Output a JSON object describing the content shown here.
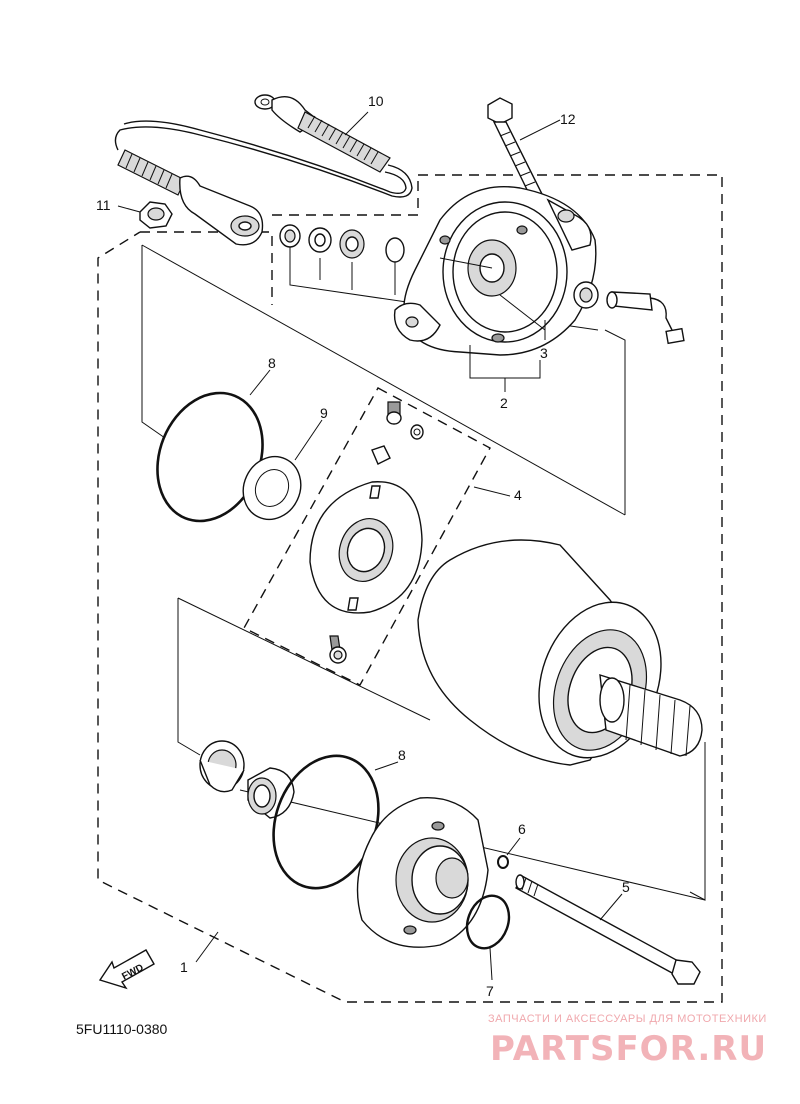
{
  "diagram": {
    "code": "5FU1110-0380",
    "fwd_label": "FWD",
    "callouts": {
      "c1": "1",
      "c2": "2",
      "c3": "3",
      "c4": "4",
      "c5": "5",
      "c6": "6",
      "c7": "7",
      "c8a": "8",
      "c8b": "8",
      "c9": "9",
      "c10": "10",
      "c11": "11",
      "c12": "12"
    }
  },
  "watermark": {
    "tagline": "ЗАПЧАСТИ И АКСЕССУАРЫ ДЛЯ МОТОТЕХНИКИ",
    "brand": "PARTSFOR.RU"
  }
}
